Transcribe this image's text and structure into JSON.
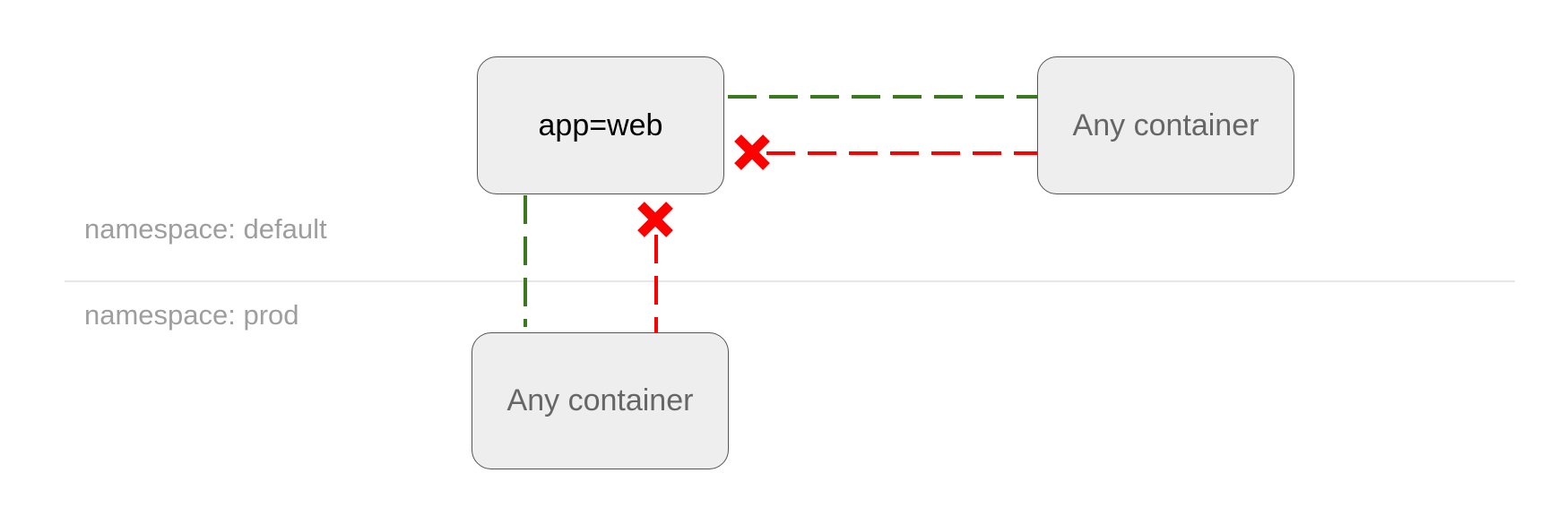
{
  "namespaces": {
    "default_label": "namespace: default",
    "prod_label": "namespace: prod"
  },
  "nodes": {
    "web": {
      "label": "app=web"
    },
    "default_other": {
      "label": "Any container"
    },
    "prod_other": {
      "label": "Any container"
    }
  },
  "colors": {
    "allowed": "#3a7a1c",
    "denied": "#ff0000",
    "node_fill": "#eeeeee",
    "node_border": "#555555",
    "divider": "#dddddd",
    "namespace_text": "#9e9e9e"
  },
  "icons": {
    "denied_marker": "x-mark-icon"
  }
}
